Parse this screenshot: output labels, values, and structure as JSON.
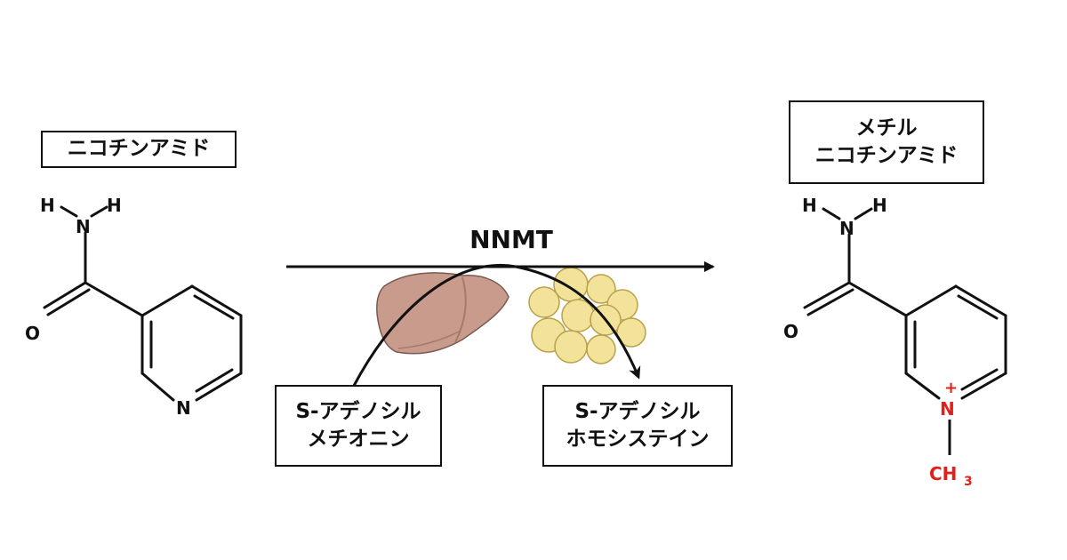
{
  "substrate": {
    "label": "ニコチンアミド"
  },
  "product": {
    "label_line1": "メチル",
    "label_line2": "ニコチンアミド"
  },
  "enzyme": {
    "label": "NNMT"
  },
  "cofactor_in": {
    "label_line1": "S-アデノシル",
    "label_line2": "メチオニン"
  },
  "cofactor_out": {
    "label_line1": "S-アデノシル",
    "label_line2": "ホモシステイン"
  },
  "atoms": {
    "h": "H",
    "n": "N",
    "o": "O",
    "plus": "+",
    "ch": "CH",
    "sub3": "3"
  },
  "colors": {
    "methyl_group": "#e0211b",
    "liver": "#c99b8c",
    "fat_cell": "#f3e39a"
  },
  "icons": [
    "liver-icon",
    "fat-cells-icon"
  ]
}
